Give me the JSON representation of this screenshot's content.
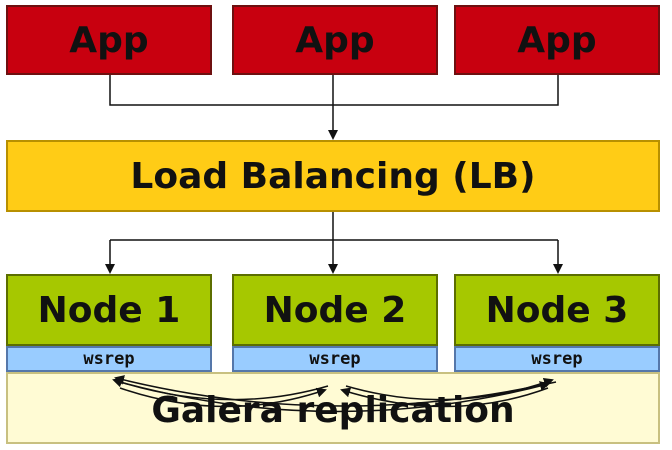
{
  "apps": [
    {
      "label": "App"
    },
    {
      "label": "App"
    },
    {
      "label": "App"
    }
  ],
  "load_balancer": {
    "label": "Load Balancing (LB)"
  },
  "nodes": [
    {
      "label": "Node 1",
      "wsrep": "wsrep"
    },
    {
      "label": "Node 2",
      "wsrep": "wsrep"
    },
    {
      "label": "Node 3",
      "wsrep": "wsrep"
    }
  ],
  "replication": {
    "label": "Galera replication"
  },
  "colors": {
    "app": "#c8000f",
    "load_balancer": "#ffcc16",
    "node": "#a6c800",
    "wsrep": "#99ccff",
    "replication": "#fffbd4"
  }
}
